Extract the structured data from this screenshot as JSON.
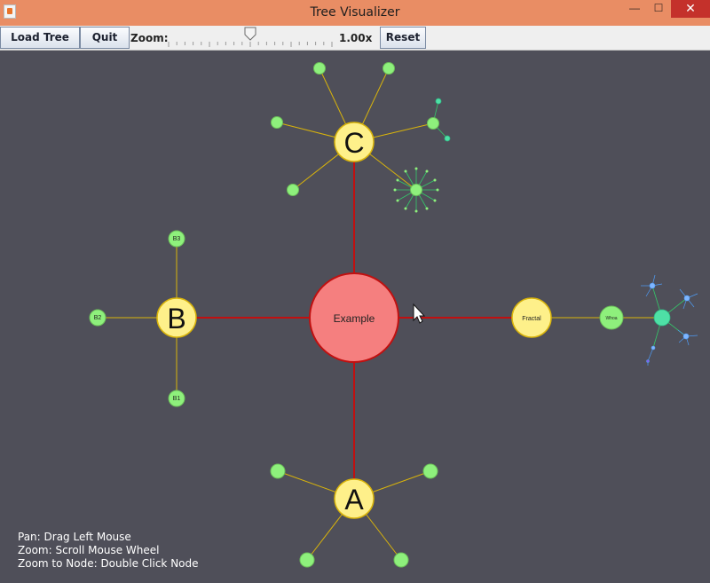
{
  "window": {
    "title": "Tree Visualizer",
    "minimize_glyph": "—",
    "maximize_glyph": "☐",
    "close_glyph": "✕"
  },
  "toolbar": {
    "load_label": "Load Tree",
    "quit_label": "Quit",
    "zoom_label": "Zoom:",
    "zoom_value": "1.00x",
    "reset_label": "Reset",
    "zoom_slider_level": 0.5
  },
  "tree": {
    "root_label": "Example",
    "branches": [
      {
        "label": "A",
        "children": [
          "",
          "",
          "",
          ""
        ]
      },
      {
        "label": "B",
        "children": [
          "B1",
          "B2",
          "B3"
        ]
      },
      {
        "label": "C",
        "children": [
          "",
          "",
          "",
          "",
          ""
        ]
      },
      {
        "label": "Fractal",
        "children": [
          "Whoa"
        ]
      }
    ]
  },
  "colors": {
    "background": "#4f4f59",
    "root_fill": "#f57f7f",
    "root_edge": "#c01010",
    "branch_fill": "#fef08a",
    "leaf_fill": "#8ef07c",
    "leaf_edge": "#d9b40b",
    "fractal_teal": "#4ee0a6",
    "fractal_blue": "#4f9cf5"
  },
  "help": {
    "pan": "Pan: Drag Left Mouse",
    "zoom": "Zoom: Scroll Mouse Wheel",
    "zoom_node": "Zoom to Node: Double Click Node"
  }
}
